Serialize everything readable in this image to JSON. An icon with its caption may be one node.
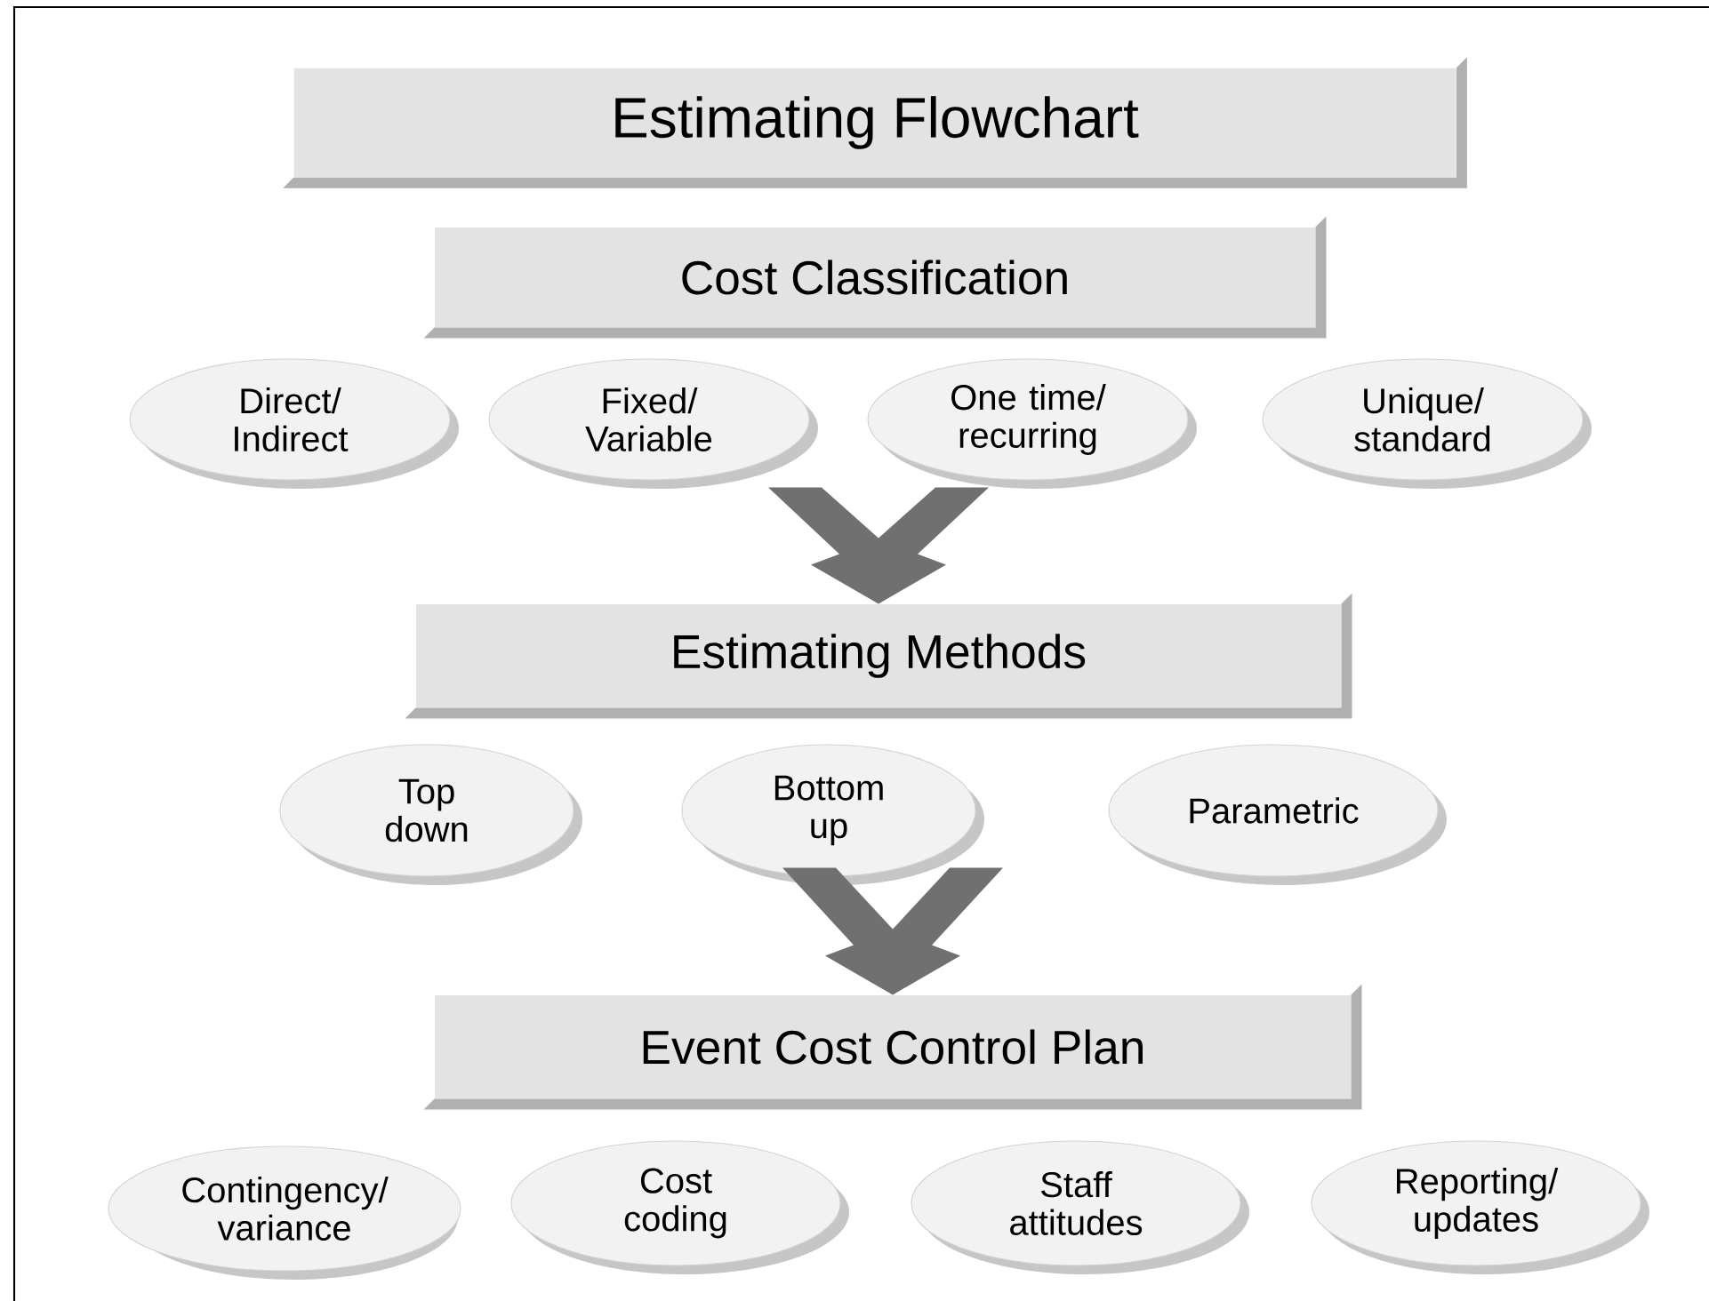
{
  "diagram": {
    "title": "Estimating Flowchart",
    "nodes": [
      {
        "text": [
          "Cost Classification"
        ]
      },
      {
        "text": [
          "Direct/ Indirect"
        ]
      },
      {
        "text": [
          "Fixed/ Variable"
        ]
      },
      {
        "text": [
          "One time/ recurring"
        ]
      },
      {
        "text": [
          "Unique/ standard"
        ]
      },
      {
        "text": [
          "Estimating Methods"
        ]
      },
      {
        "text": [
          "Top down"
        ]
      },
      {
        "text": [
          "Bottom up"
        ]
      },
      {
        "text": [
          "Parametric"
        ]
      },
      {
        "text": [
          "Event Cost Control Plan"
        ]
      },
      {
        "text": [
          "Contingency/ variance"
        ]
      },
      {
        "text": [
          "Cost coding"
        ]
      },
      {
        "text": [
          "Staff attitudes"
        ]
      },
      {
        "text": [
          "Reporting/ updates"
        ]
      }
    ],
    "edges": [
      {
        "from": 0,
        "to": 5,
        "arrow": "to"
      },
      {
        "from": 5,
        "to": 9,
        "arrow": "to"
      }
    ]
  }
}
